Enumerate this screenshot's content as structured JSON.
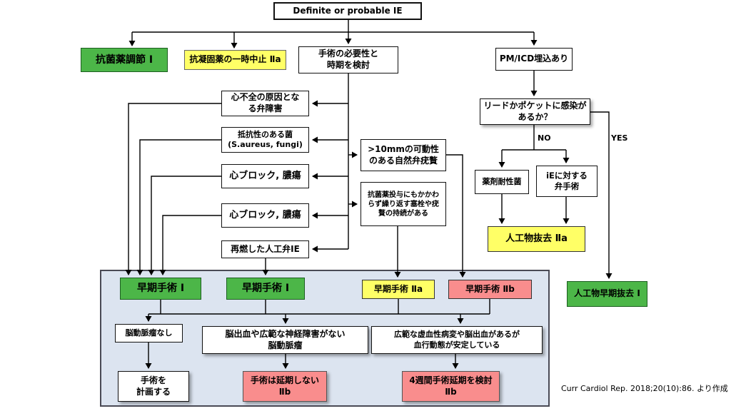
{
  "diagram": {
    "citation": "Curr Cardiol Rep. 2018;20(10):86. より作成",
    "edge_labels": {
      "no": "NO",
      "yes": "YES"
    },
    "colors": {
      "class_1_green": "#4cb648",
      "class_2a_yellow": "#ffff66",
      "class_2b_pink": "#f98d8d",
      "panel_blue": "#dce4f0",
      "line_black": "#000000"
    },
    "nodes": {
      "root": "Definite or probable IE",
      "antibiotic_adjust": "抗菌薬調節 Ⅰ",
      "anticoagulant_stop": "抗凝固薬の一時中止 Ⅱa",
      "surgery_consideration": "手術の必要性と\n時期を検討",
      "pm_icd": "PM/ICD埋込あり",
      "heart_failure": "心不全の原因とな\nる弁障害",
      "resistant_bacteria": "抵抗性のある菌\n(S.aureus, fungi)",
      "heart_block_1": "心ブロック, 膿瘍",
      "heart_block_2": "心ブロック, 膿瘍",
      "relapsed_pve": "再燃した人工弁IE",
      "large_vegetation": ">10mmの可動性\nのある自然弁疣贅",
      "recurrent_emboli": "抗菌薬投与にもかかわ\nらず繰り返す塞栓や疣\n贅の持続がある",
      "lead_pocket_infection": "リードかポケットに感染が\nあるか？",
      "drug_resistant": "薬剤耐性菌",
      "ie_valve_surgery": "iEに対する\n弁手術",
      "prosthetic_removal": "人工物抜去 Ⅱa",
      "early_prosthetic_removal": "人工物早期抜去 Ⅰ",
      "early_surgery_1": "早期手術 Ⅰ",
      "early_surgery_2": "早期手術 Ⅰ",
      "early_surgery_2a": "早期手術 Ⅱa",
      "early_surgery_2b": "早期手術 Ⅱb",
      "no_aneurysm": "脳動脈瘤なし",
      "aneurysm_no_hemorrhage": "脳出血や広範な神経障害がない\n脳動脈瘤",
      "stable_hemodynamics": "広範な虚血性病変や脳出血があるが\n血行動態が安定している",
      "plan_surgery": "手術を\n計画する",
      "no_postpone": "手術は延期しない\nⅡb",
      "postpone_4w": "4週間手術延期を検討\nⅡb"
    }
  }
}
